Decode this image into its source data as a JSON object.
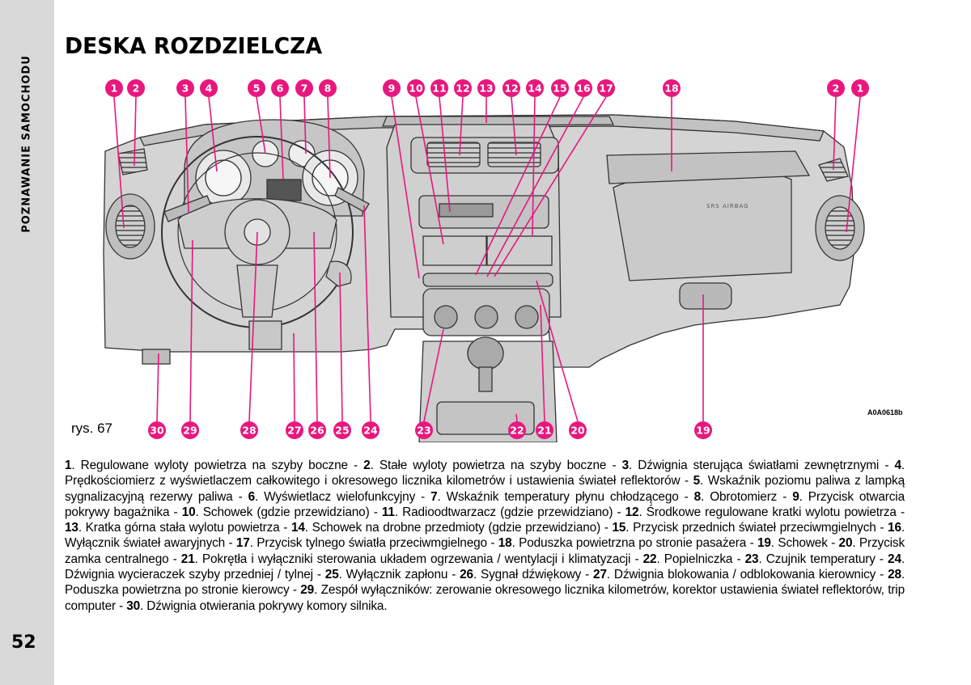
{
  "sidebar": {
    "section_label": "POZNAWANIE SAMOCHODU",
    "page_number": "52"
  },
  "title": "DESKA ROZDZIELCZA",
  "figure": {
    "caption": "rys. 67",
    "code": "A0A0618b",
    "airbag_text": "SRS AIRBAG",
    "callout_color": "#e8177e",
    "top_callouts": [
      "1",
      "2",
      "3",
      "4",
      "5",
      "6",
      "7",
      "8",
      "9",
      "10",
      "11",
      "12",
      "13",
      "12",
      "14",
      "15",
      "16",
      "17",
      "18",
      "2",
      "1"
    ],
    "bottom_callouts": [
      "30",
      "29",
      "28",
      "27",
      "26",
      "25",
      "24",
      "23",
      "22",
      "21",
      "20",
      "19"
    ]
  },
  "legend": [
    {
      "n": "1",
      "t": "Regulowane wyloty powietrza na szyby boczne - "
    },
    {
      "n": "2",
      "t": "Stałe wyloty powietrza na szyby boczne - "
    },
    {
      "n": "3",
      "t": "Dźwignia sterująca światłami zewnętrznymi - "
    },
    {
      "n": "4",
      "t": "Prędkościomierz z wyświetlaczem całkowitego i okresowego licznika kilometrów i ustawienia świateł reflektorów - "
    },
    {
      "n": "5",
      "t": "Wskaźnik poziomu paliwa z lampką sygnalizacyjną rezerwy paliwa - "
    },
    {
      "n": "6",
      "t": "Wyświetlacz wielofunkcyjny - "
    },
    {
      "n": "7",
      "t": "Wskaźnik temperatury płynu chłodzącego - "
    },
    {
      "n": "8",
      "t": "Obrotomierz - "
    },
    {
      "n": "9",
      "t": "Przycisk otwarcia pokrywy bagażnika - "
    },
    {
      "n": "10",
      "t": "Schowek (gdzie przewidziano) - "
    },
    {
      "n": "11",
      "t": "Radioodtwarzacz (gdzie przewidziano) - "
    },
    {
      "n": "12",
      "t": "Środkowe regulowane kratki wylotu powietrza - "
    },
    {
      "n": "13",
      "t": "Kratka górna stała wylotu powietrza - "
    },
    {
      "n": "14",
      "t": "Schowek na drobne przedmioty (gdzie przewidziano) - "
    },
    {
      "n": "15",
      "t": "Przycisk przednich świateł przeciwmgielnych - "
    },
    {
      "n": "16",
      "t": "Wyłącznik świateł awaryjnych - "
    },
    {
      "n": "17",
      "t": "Przycisk tylnego światła przeciwmgielnego - "
    },
    {
      "n": "18",
      "t": "Poduszka powietrzna po stronie pasażera - "
    },
    {
      "n": "19",
      "t": "Schowek - "
    },
    {
      "n": "20",
      "t": "Przycisk zamka centralnego - "
    },
    {
      "n": "21",
      "t": "Pokrętła i wyłączniki sterowania układem ogrzewania / wentylacji i klimatyzacji - "
    },
    {
      "n": "22",
      "t": "Popielniczka - "
    },
    {
      "n": "23",
      "t": "Czujnik temperatury - "
    },
    {
      "n": "24",
      "t": "Dźwignia wycieraczek szyby przedniej / tylnej - "
    },
    {
      "n": "25",
      "t": "Wyłącznik zapłonu - "
    },
    {
      "n": "26",
      "t": "Sygnał dźwiękowy - "
    },
    {
      "n": "27",
      "t": "Dźwignia blokowania / odblokowania kierownicy - "
    },
    {
      "n": "28",
      "t": "Poduszka powietrzna po stronie kierowcy - "
    },
    {
      "n": "29",
      "t": "Zespół wyłączników: zerowanie okresowego licznika kilometrów, korektor ustawienia świateł reflektorów, trip computer - "
    },
    {
      "n": "30",
      "t": "Dźwignia otwierania pokrywy komory silnika."
    }
  ]
}
